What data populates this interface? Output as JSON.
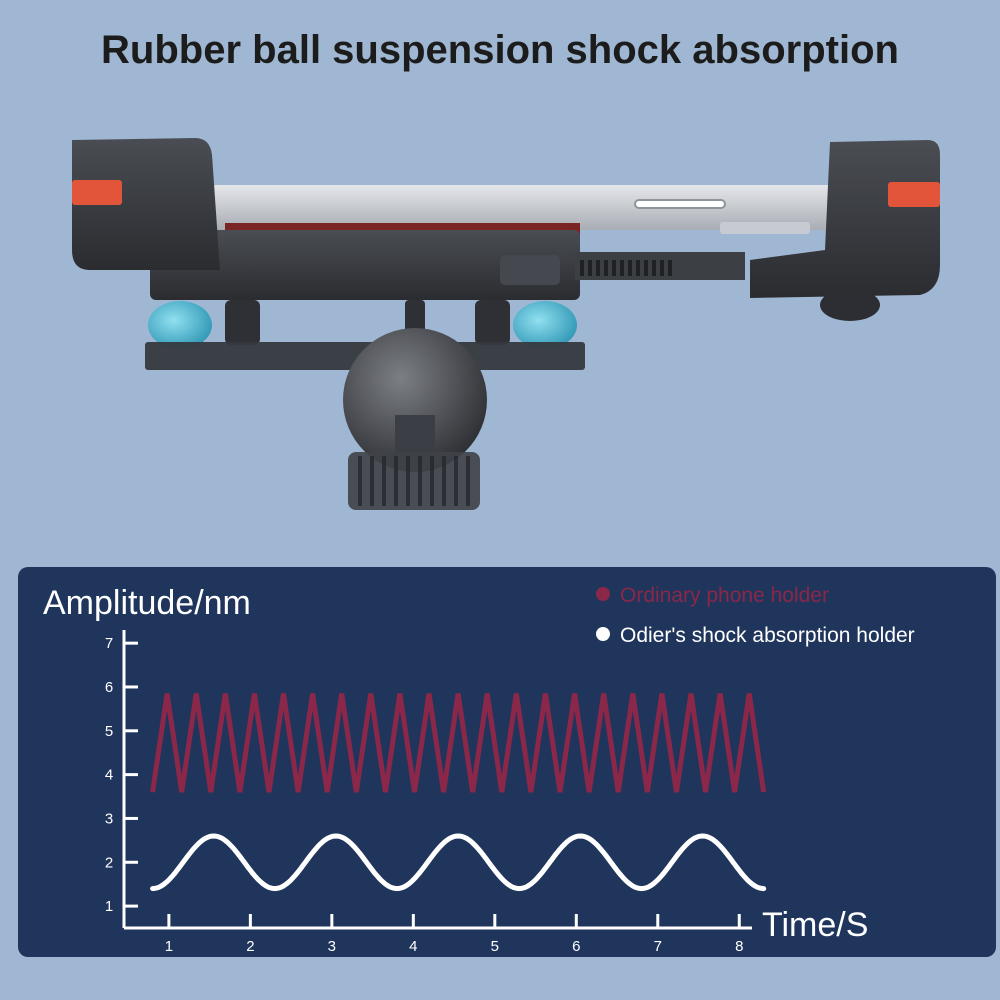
{
  "header": {
    "title": "Rubber ball suspension shock absorption"
  },
  "product_image": {
    "icon": "phone-holder-product-icon"
  },
  "colors": {
    "background": "#9fb7d2",
    "panel": "#1f355c",
    "ordinary_series": "#8b2749",
    "odier_series": "#ffffff",
    "accent_tab": "#e2553a",
    "rubber_ball": "#3fb9d6"
  },
  "chart_data": {
    "type": "line",
    "title": "",
    "xlabel": "Time/S",
    "ylabel": "Amplitude/nm",
    "xlim": [
      0.4,
      8.5
    ],
    "ylim": [
      0.5,
      7.3
    ],
    "x_ticks": [
      "1",
      "2",
      "3",
      "4",
      "5",
      "6",
      "7",
      "8"
    ],
    "y_ticks": [
      "1",
      "2",
      "3",
      "4",
      "5",
      "6",
      "7"
    ],
    "grid": false,
    "legend_position": "top-right",
    "series": [
      {
        "name": "Ordinary phone holder",
        "color": "#8b2749",
        "shape": "zigzag",
        "x_start": 0.8,
        "x_end": 8.3,
        "min": 3.6,
        "max": 5.85,
        "start_value": 3.6,
        "peaks": 21
      },
      {
        "name": "Odier's shock absorption holder",
        "color": "#ffffff",
        "shape": "sine",
        "x_start": 0.8,
        "x_end": 8.3,
        "min": 1.4,
        "max": 2.6,
        "start_value": 1.4,
        "period": 1.5
      }
    ]
  }
}
